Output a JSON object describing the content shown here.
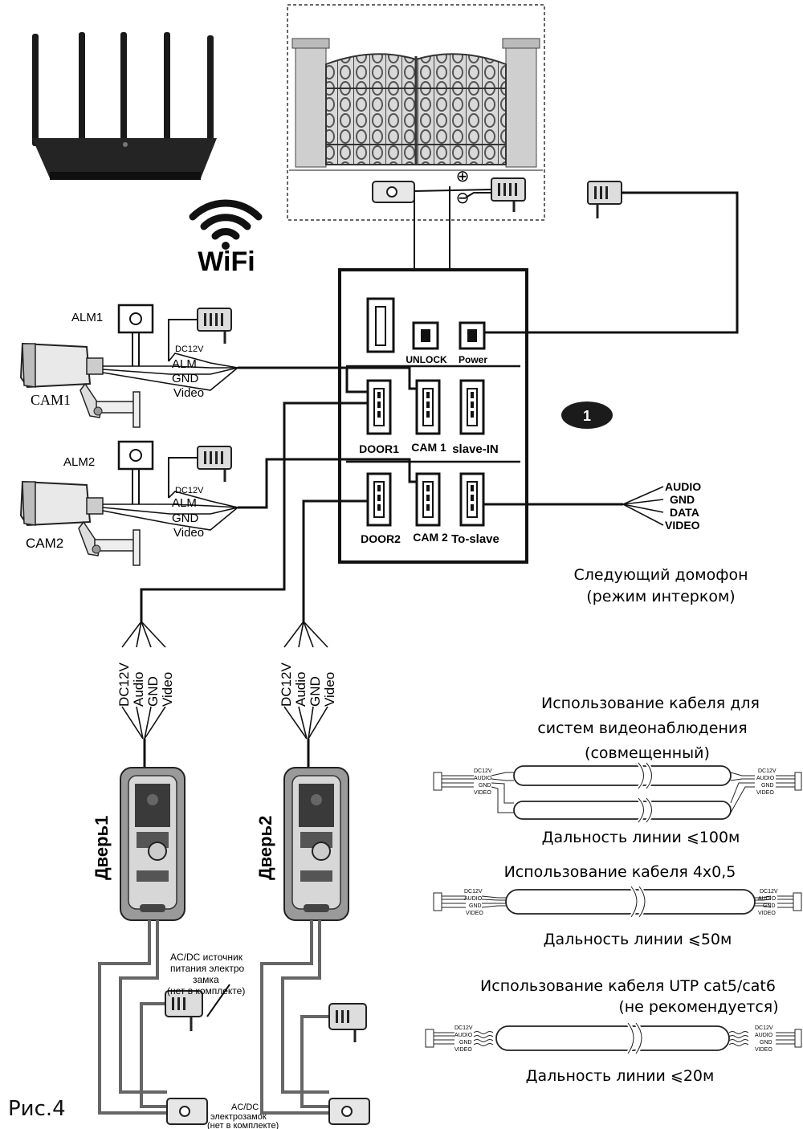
{
  "router": {
    "wifi_label": "WiFi"
  },
  "gate_panel": {
    "plus": "⊕",
    "minus": "⊖"
  },
  "monitor": {
    "badge": "1",
    "ports": {
      "unlock": "UNLOCK",
      "power": "Power",
      "door1": "DOOR1",
      "cam1": "CAM 1",
      "slave_in": "slave-IN",
      "door2": "DOOR2",
      "cam2": "CAM 2",
      "to_slave": "To-slave"
    }
  },
  "cam1": {
    "alarm_label": "ALM1",
    "camera_label": "CAM1",
    "wires": {
      "dc": "DC12V",
      "alm": "ALM",
      "gnd": "GND",
      "video": "Video"
    }
  },
  "cam2": {
    "alarm_label": "ALM2",
    "camera_label": "CAM2",
    "wires": {
      "dc": "DC12V",
      "alm": "ALM",
      "gnd": "GND",
      "video": "Video"
    }
  },
  "slave_bus": {
    "audio": "AUDIO",
    "gnd": "GND",
    "data": "DATA",
    "video": "VIDEO"
  },
  "next_intercom": {
    "line1": "Следующий домофон",
    "line2": "(режим интерком)"
  },
  "door1": {
    "label": "Дверь1",
    "wires": {
      "dc": "DC12V",
      "audio": "Audio",
      "gnd": "GND",
      "video": "Video"
    },
    "psu_note": {
      "line1": "AC/DC источник",
      "line2": "питания электро",
      "line3": "замка",
      "line4": "(нет в комплекте)"
    },
    "lock_note": {
      "line1": "AC/DC",
      "line2": "электрозамок",
      "line3": "(нет в комплекте)"
    }
  },
  "door2": {
    "label": "Дверь2",
    "wires": {
      "dc": "DC12V",
      "audio": "Audio",
      "gnd": "GND",
      "video": "Video"
    }
  },
  "cable_cctv": {
    "title_line1": "Использование кабеля для",
    "title_line2": "систем видеонаблюдения",
    "title_line3": "(совмещенный)",
    "range": "Дальность линии ⩽100м",
    "wires": {
      "dc": "DC12V",
      "audio": "AUDIO",
      "gnd": "GND",
      "video": "VIDEO"
    }
  },
  "cable_4x05": {
    "title": "Использование кабеля 4х0,5",
    "range": "Дальность линии ⩽50м",
    "wires": {
      "dc": "DC12V",
      "audio": "AUDIO",
      "gnd": "GND",
      "video": "VIDEO"
    }
  },
  "cable_utp": {
    "title_line1": "Использование кабеля UTP cat5/cat6",
    "title_line2": "(не рекомендуется)",
    "range": "Дальность линии ⩽20м",
    "wires": {
      "dc": "DC12V",
      "audio": "AUDIO",
      "gnd": "GND",
      "video": "VIDEO"
    }
  },
  "figure_caption": "Рис.4"
}
